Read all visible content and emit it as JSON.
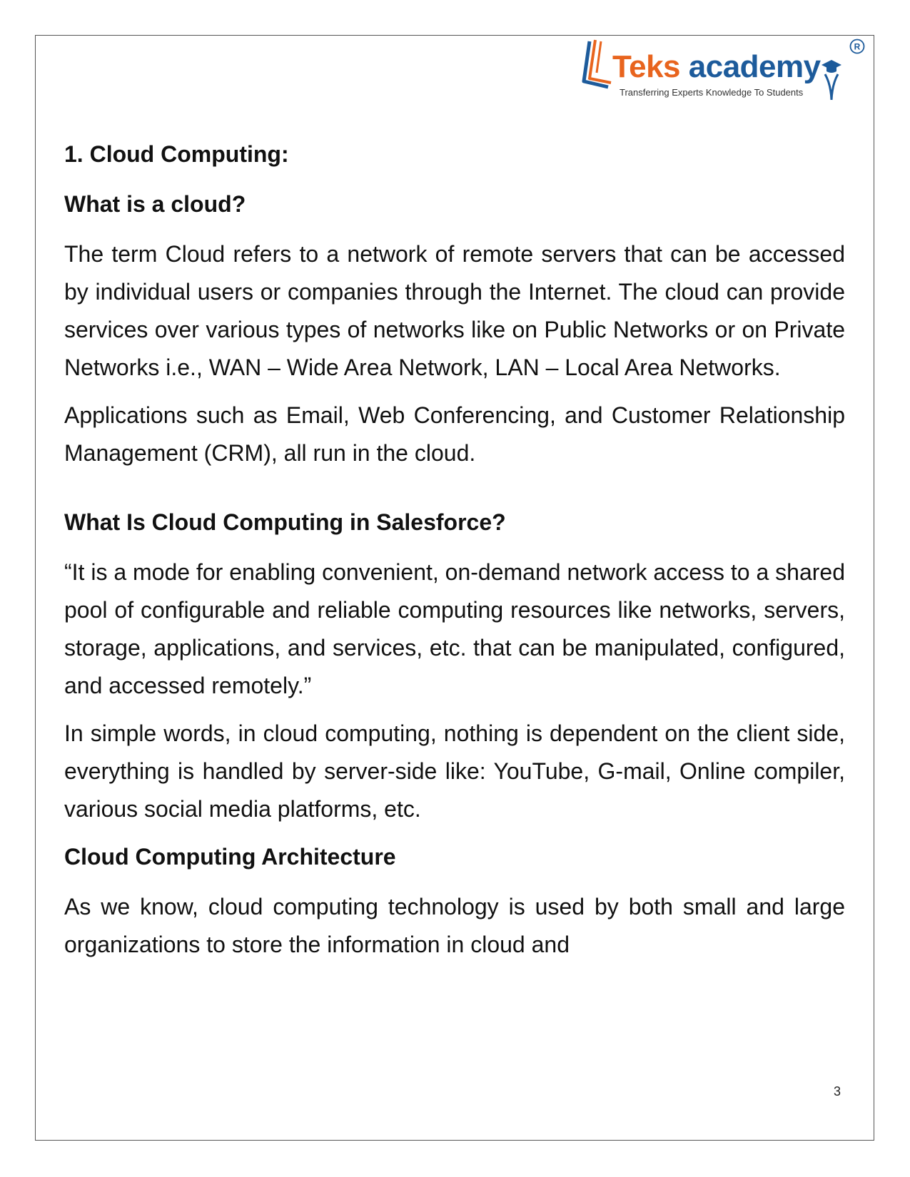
{
  "logo": {
    "brand_part1": "Teks",
    "brand_part2": " academy",
    "tagline": "Transferring Experts Knowledge To Students",
    "registered_mark": "®",
    "colors": {
      "orange": "#e8641e",
      "blue": "#1d5b9b"
    }
  },
  "sections": {
    "title": "1. Cloud Computing:",
    "q1": "What is a cloud?",
    "p1": "The term Cloud refers to a network of remote servers that can be accessed by individual users or companies through the Internet. The cloud can provide services over various types of networks like on Public Networks or on Private Networks i.e., WAN – Wide Area Network, LAN – Local Area Networks.",
    "p2": "Applications such as Email, Web Conferencing, and Customer Relationship Management (CRM), all run in the cloud.",
    "q2": "What Is Cloud Computing in Salesforce?",
    "p3": "“It is a mode for enabling convenient, on-demand network access to a shared pool of configurable and reliable computing resources like networks, servers, storage, applications, and services, etc. that can be manipulated, configured, and accessed remotely.”",
    "p4": "In simple words, in cloud computing, nothing is dependent on the client side, everything is handled by server-side like: YouTube, G-mail, Online compiler, various social media platforms, etc.",
    "q3": "Cloud Computing Architecture",
    "p5": "As we know, cloud computing technology is used by both small and large organizations to store the information in cloud and"
  },
  "footer": {
    "page_number": "3"
  }
}
